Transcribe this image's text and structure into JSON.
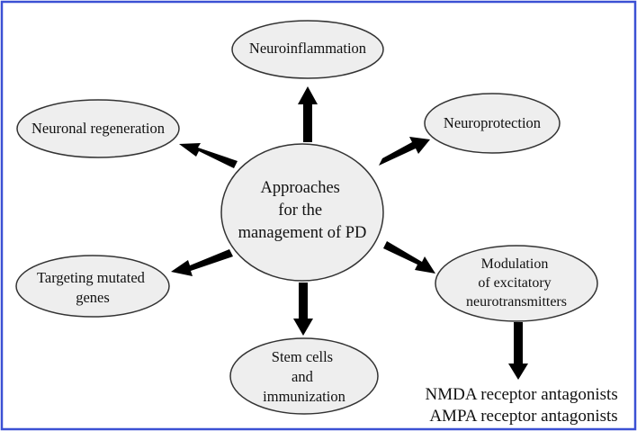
{
  "colors": {
    "frame": "#3b50d4",
    "node_fill": "#eeeeee",
    "node_stroke": "#333333",
    "arrow": "#000000",
    "text": "#111111"
  },
  "center": {
    "lines": [
      "Approaches",
      "for the",
      "management of PD"
    ]
  },
  "nodes": {
    "neuroinflammation": {
      "lines": [
        "Neuroinflammation"
      ]
    },
    "neuronal_regeneration": {
      "lines": [
        "Neuronal regeneration"
      ]
    },
    "neuroprotection": {
      "lines": [
        "Neuroprotection"
      ]
    },
    "targeting_mutated_genes": {
      "lines": [
        "Targeting mutated",
        "genes"
      ]
    },
    "stem_cells": {
      "lines": [
        "Stem cells",
        "and",
        "immunization"
      ]
    },
    "modulation": {
      "lines": [
        "Modulation",
        "of excitatory",
        "neurotransmitters"
      ]
    }
  },
  "antagonists": {
    "lines": [
      "NMDA receptor antagonists",
      "AMPA receptor antagonists"
    ]
  }
}
